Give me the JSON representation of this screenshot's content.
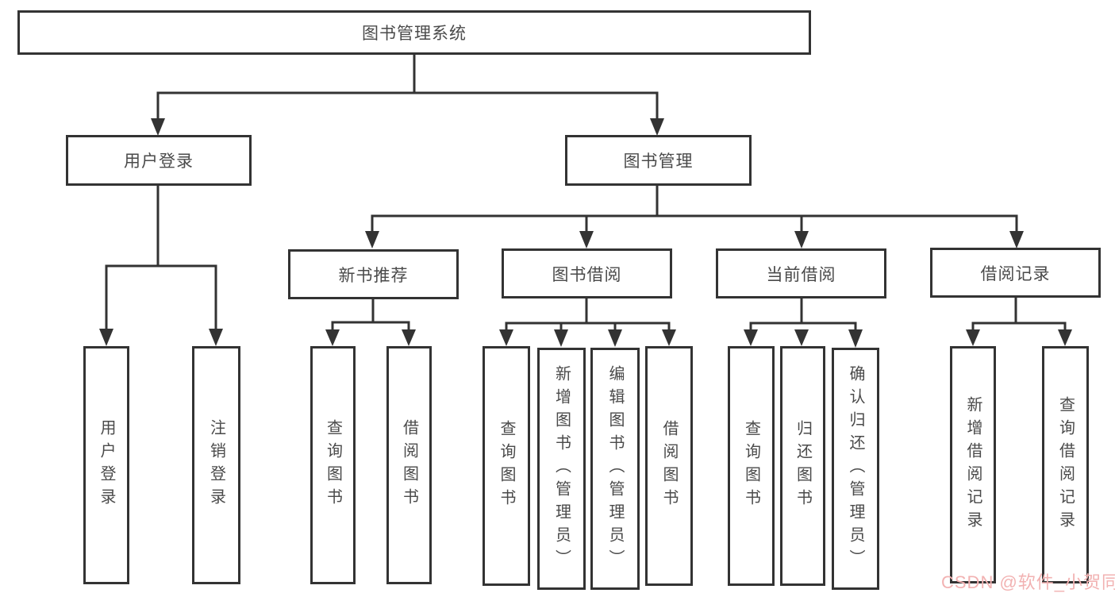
{
  "root": {
    "label": "图书管理系统",
    "children": [
      {
        "label": "用户登录",
        "children": [
          {
            "label": "用户登录"
          },
          {
            "label": "注销登录"
          }
        ]
      },
      {
        "label": "图书管理",
        "children": [
          {
            "label": "新书推荐",
            "children": [
              {
                "label": "查询图书"
              },
              {
                "label": "借阅图书"
              }
            ]
          },
          {
            "label": "图书借阅",
            "children": [
              {
                "label": "查询图书"
              },
              {
                "label": "新增图书（管理员）"
              },
              {
                "label": "编辑图书（管理员）"
              },
              {
                "label": "借阅图书"
              }
            ]
          },
          {
            "label": "当前借阅",
            "children": [
              {
                "label": "查询图书"
              },
              {
                "label": "归还图书"
              },
              {
                "label": "确认归还（管理员）"
              }
            ]
          },
          {
            "label": "借阅记录",
            "children": [
              {
                "label": "新增借阅记录"
              },
              {
                "label": "查询借阅记录"
              }
            ]
          }
        ]
      }
    ]
  },
  "watermark": {
    "text": "CSDN @软件_小贺同学",
    "color": "#f2b2b2"
  },
  "colors": {
    "line": "#333333",
    "box_border": "#333333",
    "text": "#4a4a4a",
    "background": "#ffffff"
  }
}
